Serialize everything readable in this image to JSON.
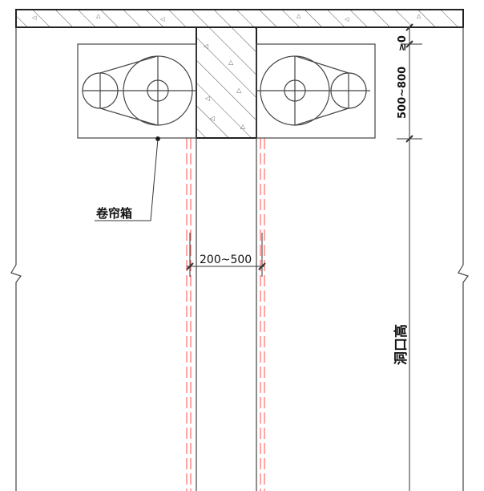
{
  "labels": {
    "roller_box": "卷帘箱",
    "gap_dimension": "200~500",
    "top_clearance": "≥0",
    "box_height": "500~800",
    "opening_height": "洞口高"
  },
  "colors": {
    "line": "#333333",
    "guide_dashed": "#ff6b6b",
    "hatch": "#555555"
  }
}
